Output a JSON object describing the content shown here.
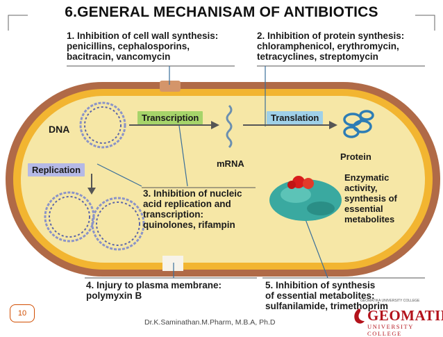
{
  "title": "6.GENERAL MECHANISAM OF ANTIBIOTICS",
  "callouts": {
    "c1": [
      "1. Inhibition of cell wall synthesis:",
      "penicillins, cephalosporins,",
      "bacitracin, vancomycin"
    ],
    "c2": [
      "2. Inhibition of protein synthesis:",
      "chloramphenicol, erythromycin,",
      "tetracyclines, streptomycin"
    ],
    "c3": [
      "3. Inhibition of nucleic",
      "acid replication and",
      "transcription:",
      "quinolones, rifampin"
    ],
    "c4": [
      "4. Injury to plasma membrane:",
      "polymyxin B"
    ],
    "c5": [
      "5. Inhibition of synthesis",
      "of essential metabolites:",
      "sulfanilamide, trimethoprim"
    ]
  },
  "labels": {
    "dna": "DNA",
    "transcription": "Transcription",
    "mrna": "mRNA",
    "translation": "Translation",
    "protein": "Protein",
    "replication": "Replication",
    "enzymatic": [
      "Enzymatic",
      "activity,",
      "synthesis of",
      "essential",
      "metabolites"
    ]
  },
  "footer": {
    "page_number": "10",
    "author": "Dr.K.Saminathan.M.Pharm, M.B.A, Ph.D",
    "brand": "GEOMATIKA",
    "brand_sub": "UNIVERSITY COLLEGE",
    "brand_small": "GEOMATIKA UNIVERSITY COLLEGE"
  },
  "colors": {
    "cell_wall": "#b06a47",
    "membrane": "#f2b531",
    "cytoplasm": "#f6e7a6",
    "transcription_label": "#a6d46a",
    "translation_label": "#9fd0e8",
    "replication_label": "#b5b9e6",
    "dna_strand": "#8a93c8",
    "mrna": "#6b8fb0",
    "protein": "#2d7db5",
    "enzyme": "#3aa9a0",
    "enzyme_site": "#d81c1c",
    "brand": "#b3121b"
  },
  "icons": [
    "dna-circle-icon",
    "mrna-icon",
    "protein-icon",
    "enzyme-icon",
    "geomatika-logo-icon"
  ]
}
